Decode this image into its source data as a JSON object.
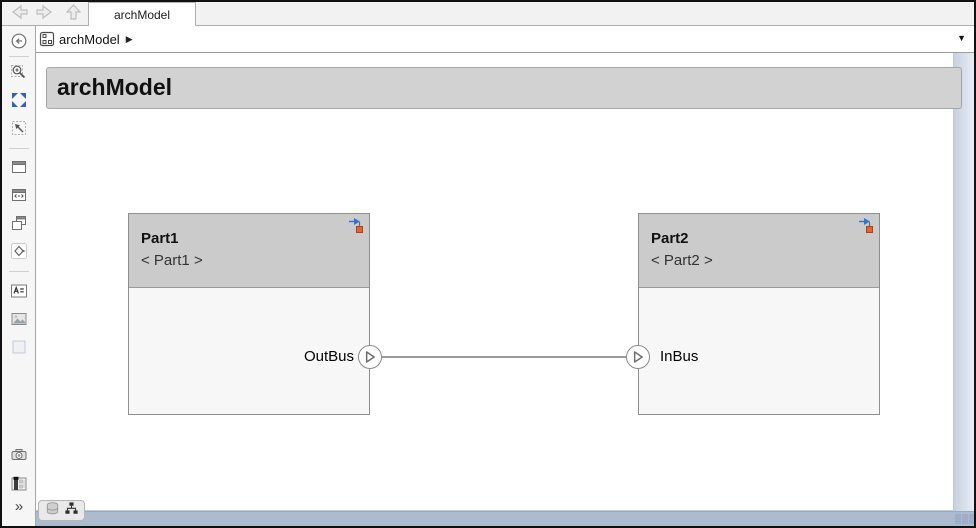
{
  "window": {
    "tab": "archModel"
  },
  "breadcrumb": {
    "model": "archModel",
    "caret": "▶",
    "dropdown": "▼"
  },
  "toolbar": {
    "icons": [
      "back-arrow",
      "forward-arrow",
      "up-arrow"
    ]
  },
  "sidebar": {
    "more_label": "»",
    "icons": [
      "model-browser-toggle",
      "zoom-region",
      "fit-to-view",
      "select-region",
      "component",
      "reference-component",
      "variant-component",
      "stereotype",
      "annotation",
      "image",
      "area",
      "screenshot-camera",
      "viewmarks",
      "more-tools"
    ]
  },
  "view_toggle": {
    "icons": [
      "interface-editor",
      "hierarchy-view"
    ]
  },
  "canvas": {
    "title": "archModel",
    "components": [
      {
        "name": "Part1",
        "stereotype": "< Part1 >",
        "ports": [
          {
            "label": "OutBus",
            "direction": "output",
            "side": "right"
          }
        ]
      },
      {
        "name": "Part2",
        "stereotype": "< Part2 >",
        "ports": [
          {
            "label": "InBus",
            "direction": "input",
            "side": "left"
          }
        ]
      }
    ],
    "connections": [
      {
        "from": "Part1.OutBus",
        "to": "Part2.InBus"
      }
    ]
  },
  "colors": {
    "canvas_margin": "#adbbcf",
    "banner_fill": "#d2d2d2",
    "component_header": "#cbcbcb",
    "component_body": "#f7f7f7",
    "component_border": "#8f8f8f",
    "badge_blue": "#2e75d4",
    "badge_orange": "#e8622d",
    "connector": "#9a9a9a"
  }
}
